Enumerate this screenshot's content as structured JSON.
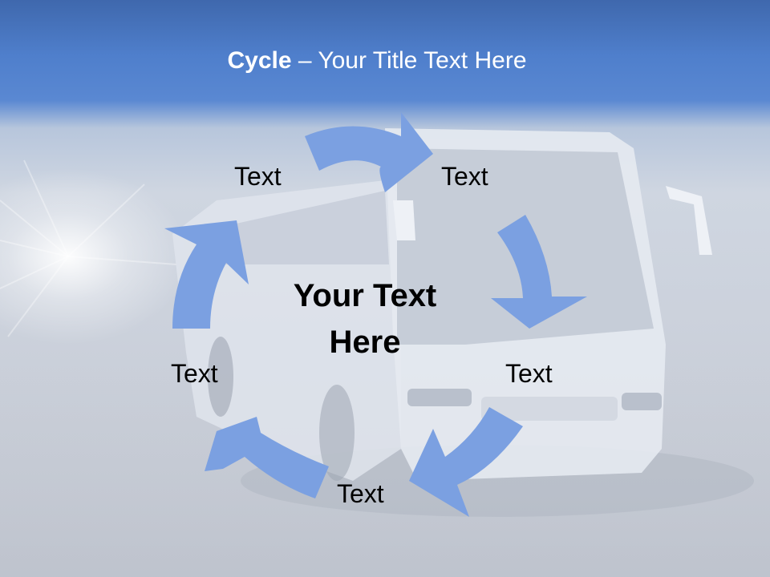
{
  "slide": {
    "title_bold": "Cycle",
    "title_rest": " – Your Title Text Here",
    "center_text": "Your Text Here"
  },
  "cycle": {
    "labels": [
      "Text",
      "Text",
      "Text",
      "Text",
      "Text"
    ],
    "arrow_count": 5
  },
  "background": {
    "image": "white coach bus on motion-blurred road"
  },
  "colors": {
    "arrow": "#7ba0e1",
    "header": "#4f7fcc",
    "text": "#000000",
    "title": "#ffffff"
  }
}
